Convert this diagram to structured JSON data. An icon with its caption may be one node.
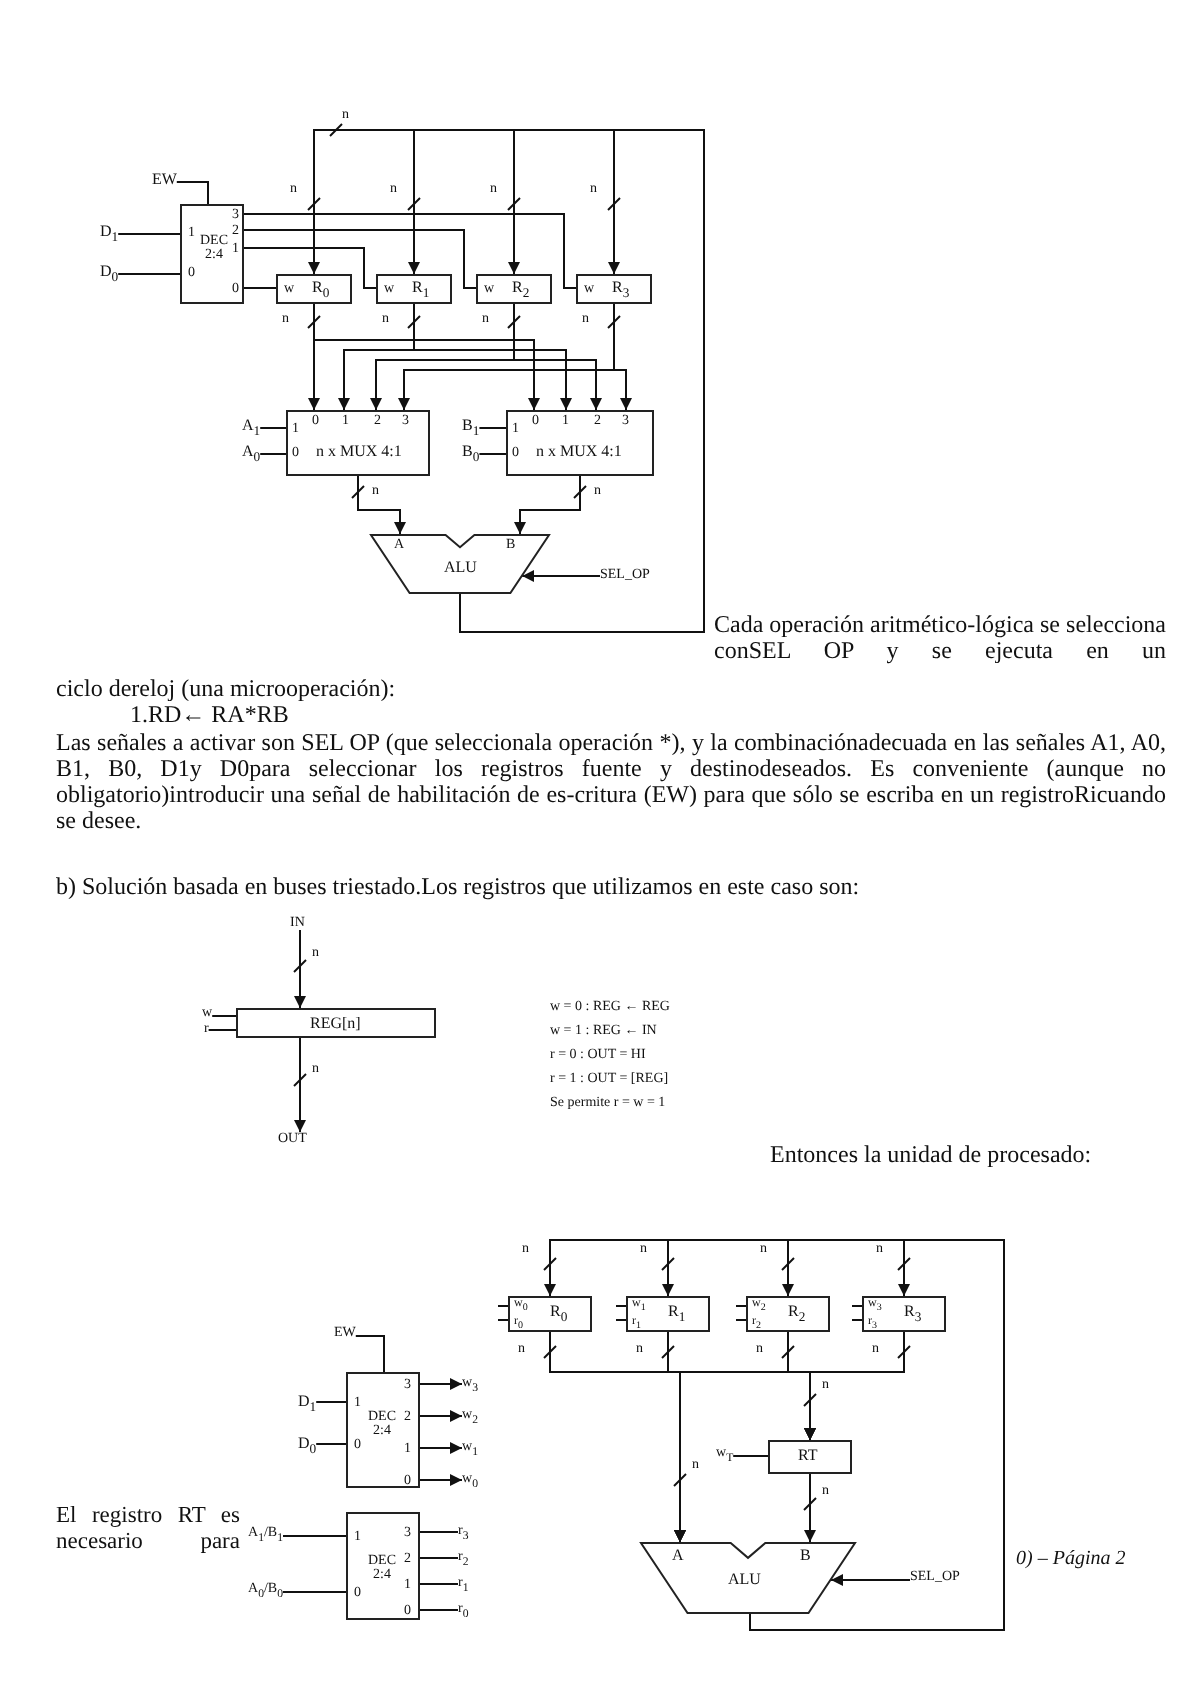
{
  "diagram": {
    "nodes": [
      {
        "text": [
          "1",
          "0",
          "DEC 2:4",
          "3",
          "2",
          "1",
          "0"
        ]
      },
      {
        "text": [
          "w",
          "R$_{0}$"
        ]
      },
      {
        "text": [
          "w",
          "R$_{1}$"
        ]
      },
      {
        "text": [
          "w",
          "R$_{2}$"
        ]
      },
      {
        "text": [
          "w",
          "R$_{3}$"
        ]
      },
      {
        "text": [
          "1",
          "0",
          "0",
          "1",
          "2",
          "3",
          "n x MUX 4:1"
        ]
      },
      {
        "text": [
          "1",
          "0",
          "0",
          "1",
          "2",
          "3",
          "n x MUX 4:1"
        ]
      },
      {
        "text": [
          "A",
          "B",
          "ALU"
        ]
      },
      {
        "text": [
          "REG[n]"
        ]
      },
      {
        "text": [
          "w$_{0}$",
          "r$_{0}$",
          "R$_{0}$"
        ]
      },
      {
        "text": [
          "w$_{1}$",
          "r$_{1}$",
          "R$_{1}$"
        ]
      },
      {
        "text": [
          "w$_{2}$",
          "r$_{2}$",
          "R$_{2}$"
        ]
      },
      {
        "text": [
          "w$_{3}$",
          "r$_{3}$",
          "R$_{3}$"
        ]
      },
      {
        "text": [
          "RT"
        ]
      },
      {
        "text": [
          "A",
          "B",
          "ALU"
        ]
      },
      {
        "text": [
          "1",
          "0",
          "DEC 2:4",
          "3",
          "2",
          "1",
          "0"
        ]
      },
      {
        "text": [
          "1",
          "0",
          "DEC 2:4",
          "3",
          "2",
          "1",
          "0"
        ]
      },
      {
        "text": [
          "EW"
        ]
      },
      {
        "text": [
          "D$_{1}$"
        ]
      },
      {
        "text": [
          "D$_{0}$"
        ]
      },
      {
        "text": [
          "A$_{1}$"
        ]
      },
      {
        "text": [
          "A$_{0}$"
        ]
      },
      {
        "text": [
          "B$_{1}$"
        ]
      },
      {
        "text": [
          "B$_{0}$"
        ]
      },
      {
        "text": [
          "SEL_OP"
        ]
      },
      {
        "text": [
          "IN"
        ]
      },
      {
        "text": [
          "w"
        ]
      },
      {
        "text": [
          "r"
        ]
      },
      {
        "text": [
          "OUT"
        ]
      },
      {
        "text": [
          "EW"
        ]
      },
      {
        "text": [
          "D$_{1}$"
        ]
      },
      {
        "text": [
          "D$_{0}$"
        ]
      },
      {
        "text": [
          "w$_{3}$"
        ]
      },
      {
        "text": [
          "w$_{2}$"
        ]
      },
      {
        "text": [
          "w$_{1}$"
        ]
      },
      {
        "text": [
          "w$_{0}$"
        ]
      },
      {
        "text": [
          "w$_{T}$"
        ]
      },
      {
        "text": [
          "A$_{1}$/B$_{1}$"
        ]
      },
      {
        "text": [
          "A$_{0}$/B$_{0}$"
        ]
      },
      {
        "text": [
          "r$_{3}$"
        ]
      },
      {
        "text": [
          "r$_{2}$"
        ]
      },
      {
        "text": [
          "r$_{1}$"
        ]
      },
      {
        "text": [
          "r$_{0}$"
        ]
      },
      {
        "text": [
          "SEL_OP"
        ]
      }
    ],
    "edges": [
      {
        "from": 17,
        "to": 0,
        "arrow": "none"
      },
      {
        "from": 18,
        "to": 0,
        "arrow": "none"
      },
      {
        "from": 19,
        "to": 0,
        "arrow": "none"
      },
      {
        "from": 0,
        "to": 1,
        "arrow": "none"
      },
      {
        "from": 0,
        "to": 2,
        "arrow": "none"
      },
      {
        "from": 0,
        "to": 3,
        "arrow": "none"
      },
      {
        "from": 0,
        "to": 4,
        "arrow": "none"
      },
      {
        "from": 7,
        "to": 1,
        "arrow": "to"
      },
      {
        "from": 7,
        "to": 2,
        "arrow": "to"
      },
      {
        "from": 7,
        "to": 3,
        "arrow": "to"
      },
      {
        "from": 7,
        "to": 4,
        "arrow": "to"
      },
      {
        "from": 1,
        "to": 5,
        "arrow": "to"
      },
      {
        "from": 1,
        "to": 6,
        "arrow": "to"
      },
      {
        "from": 2,
        "to": 5,
        "arrow": "to"
      },
      {
        "from": 2,
        "to": 6,
        "arrow": "to"
      },
      {
        "from": 3,
        "to": 5,
        "arrow": "to"
      },
      {
        "from": 3,
        "to": 6,
        "arrow": "to"
      },
      {
        "from": 4,
        "to": 5,
        "arrow": "to"
      },
      {
        "from": 4,
        "to": 6,
        "arrow": "to"
      },
      {
        "from": 5,
        "to": 7,
        "arrow": "to"
      },
      {
        "from": 6,
        "to": 7,
        "arrow": "to"
      },
      {
        "from": 24,
        "to": 7,
        "arrow": "to"
      },
      {
        "from": 20,
        "to": 5,
        "arrow": "none"
      },
      {
        "from": 21,
        "to": 5,
        "arrow": "none"
      },
      {
        "from": 22,
        "to": 6,
        "arrow": "none"
      },
      {
        "from": 23,
        "to": 6,
        "arrow": "none"
      },
      {
        "from": 25,
        "to": 8,
        "arrow": "to"
      },
      {
        "from": 8,
        "to": 28,
        "arrow": "to"
      },
      {
        "from": 26,
        "to": 8,
        "arrow": "none"
      },
      {
        "from": 27,
        "to": 8,
        "arrow": "none"
      },
      {
        "from": 14,
        "to": 9,
        "arrow": "to"
      },
      {
        "from": 14,
        "to": 10,
        "arrow": "to"
      },
      {
        "from": 14,
        "to": 11,
        "arrow": "to"
      },
      {
        "from": 14,
        "to": 12,
        "arrow": "to"
      },
      {
        "from": 9,
        "to": 14,
        "arrow": "to"
      },
      {
        "from": 10,
        "to": 14,
        "arrow": "to"
      },
      {
        "from": 11,
        "to": 14,
        "arrow": "to"
      },
      {
        "from": 12,
        "to": 14,
        "arrow": "to"
      },
      {
        "from": 9,
        "to": 13,
        "arrow": "to"
      },
      {
        "from": 10,
        "to": 13,
        "arrow": "to"
      },
      {
        "from": 11,
        "to": 13,
        "arrow": "to"
      },
      {
        "from": 12,
        "to": 13,
        "arrow": "to"
      },
      {
        "from": 13,
        "to": 14,
        "arrow": "to"
      },
      {
        "from": 36,
        "to": 13,
        "arrow": "none"
      },
      {
        "from": 43,
        "to": 14,
        "arrow": "to"
      },
      {
        "from": null,
        "to": 9,
        "arrow": "none"
      },
      {
        "from": null,
        "to": 9,
        "arrow": "none"
      },
      {
        "from": null,
        "to": 10,
        "arrow": "none"
      },
      {
        "from": null,
        "to": 10,
        "arrow": "none"
      },
      {
        "from": null,
        "to": 11,
        "arrow": "none"
      },
      {
        "from": null,
        "to": 11,
        "arrow": "none"
      },
      {
        "from": null,
        "to": 12,
        "arrow": "none"
      },
      {
        "from": null,
        "to": 12,
        "arrow": "none"
      },
      {
        "from": 29,
        "to": 15,
        "arrow": "none"
      },
      {
        "from": 30,
        "to": 15,
        "arrow": "none"
      },
      {
        "from": 31,
        "to": 15,
        "arrow": "none"
      },
      {
        "from": 15,
        "to": 32,
        "arrow": "to"
      },
      {
        "from": 15,
        "to": 33,
        "arrow": "to"
      },
      {
        "from": 15,
        "to": 34,
        "arrow": "to"
      },
      {
        "from": 15,
        "to": 35,
        "arrow": "to"
      },
      {
        "from": 37,
        "to": 16,
        "arrow": "none"
      },
      {
        "from": 38,
        "to": 16,
        "arrow": "none"
      },
      {
        "from": 16,
        "to": 39,
        "arrow": "none"
      },
      {
        "from": 16,
        "to": 40,
        "arrow": "none"
      },
      {
        "from": 16,
        "to": 41,
        "arrow": "none"
      },
      {
        "from": 16,
        "to": 42,
        "arrow": "none"
      }
    ],
    "labels": [
      "n",
      "n",
      "n",
      "n",
      "n",
      "n",
      "n",
      "n",
      "n",
      "n",
      "n",
      "Cada operación aritmético-lógica se selecciona conSEL OP y se ejecuta en un",
      "ciclo dereloj (una microoperación):",
      "1.RD← RA*RB",
      "Las señales a activar son SEL OP (que seleccionala operación *), y la combinaciónadecuada en las señales A1, A0, B1, B0, D1y D0para seleccionar los registros fuente y destinodeseados. Es conveniente (aunque no obligatorio)introducir una señal de habilitación de es-critura (EW) para que sólo se escriba en un registroRicuando se desee.",
      "b) Solución basada en buses triestado.Los registros que utilizamos en este caso son:",
      "n",
      "n",
      "w = 0 : REG ← REG",
      "w = 1 : REG ← IN",
      "r = 0 : OUT = HI",
      "r = 1 : OUT = [REG]",
      "Se permite r = w = 1",
      "Entonces la unidad de procesado:",
      "n",
      "n",
      "n",
      "n",
      "n",
      "n",
      "n",
      "n",
      "n",
      "n",
      "n",
      "El registro RT es necesario para",
      "0) – Página 2"
    ]
  }
}
